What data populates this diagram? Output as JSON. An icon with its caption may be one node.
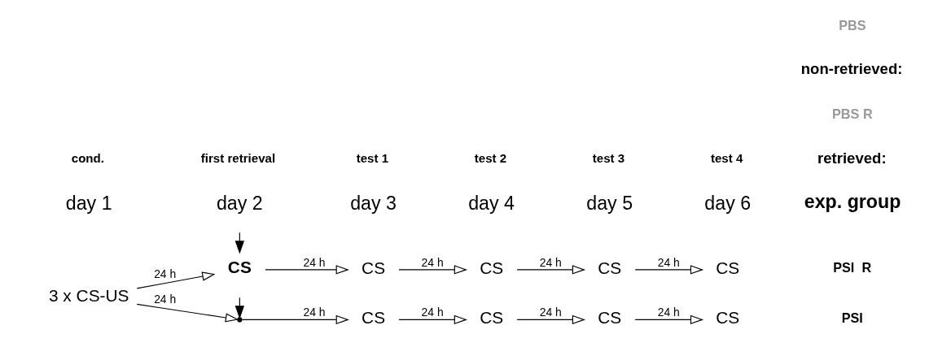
{
  "diagram": {
    "nodes": [
      {
        "text": [
          "3 x CS-US"
        ]
      },
      {
        "text": [
          "CS"
        ]
      },
      {
        "text": [
          "CS"
        ]
      },
      {
        "text": [
          "CS"
        ]
      },
      {
        "text": [
          "CS"
        ]
      },
      {
        "text": [
          "CS"
        ]
      },
      {
        "text": [],
        "shape": "point"
      },
      {
        "text": [
          "CS"
        ]
      },
      {
        "text": [
          "CS"
        ]
      },
      {
        "text": [
          "CS"
        ]
      },
      {
        "text": [
          "CS"
        ]
      }
    ],
    "edges": [
      {
        "from": 0,
        "to": 1,
        "arrow": "to",
        "label": "24 h"
      },
      {
        "from": 1,
        "to": 2,
        "arrow": "to",
        "label": "24 h"
      },
      {
        "from": 2,
        "to": 3,
        "arrow": "to",
        "label": "24 h"
      },
      {
        "from": 3,
        "to": 4,
        "arrow": "to",
        "label": "24 h"
      },
      {
        "from": 4,
        "to": 5,
        "arrow": "to",
        "label": "24 h"
      },
      {
        "from": null,
        "to": 1,
        "arrow": "to"
      },
      {
        "from": 0,
        "to": 6,
        "arrow": "to",
        "label": "24 h"
      },
      {
        "from": 6,
        "to": 7,
        "arrow": "to",
        "label": "24 h"
      },
      {
        "from": 7,
        "to": 8,
        "arrow": "to",
        "label": "24 h"
      },
      {
        "from": 8,
        "to": 9,
        "arrow": "to",
        "label": "24 h"
      },
      {
        "from": 9,
        "to": 10,
        "arrow": "to",
        "label": "24 h"
      },
      {
        "from": null,
        "to": 6,
        "arrow": "to"
      }
    ],
    "labels": [
      "day 1",
      "day 2",
      "day 3",
      "day 4",
      "day 5",
      "day 6",
      "cond.",
      "first retrieval",
      "test 1",
      "test 2",
      "test 3",
      "test 4",
      "exp. group",
      "retrieved:",
      "PSI  R",
      "PBS R",
      "non-retrieved:",
      "PSI",
      "PBS"
    ]
  }
}
